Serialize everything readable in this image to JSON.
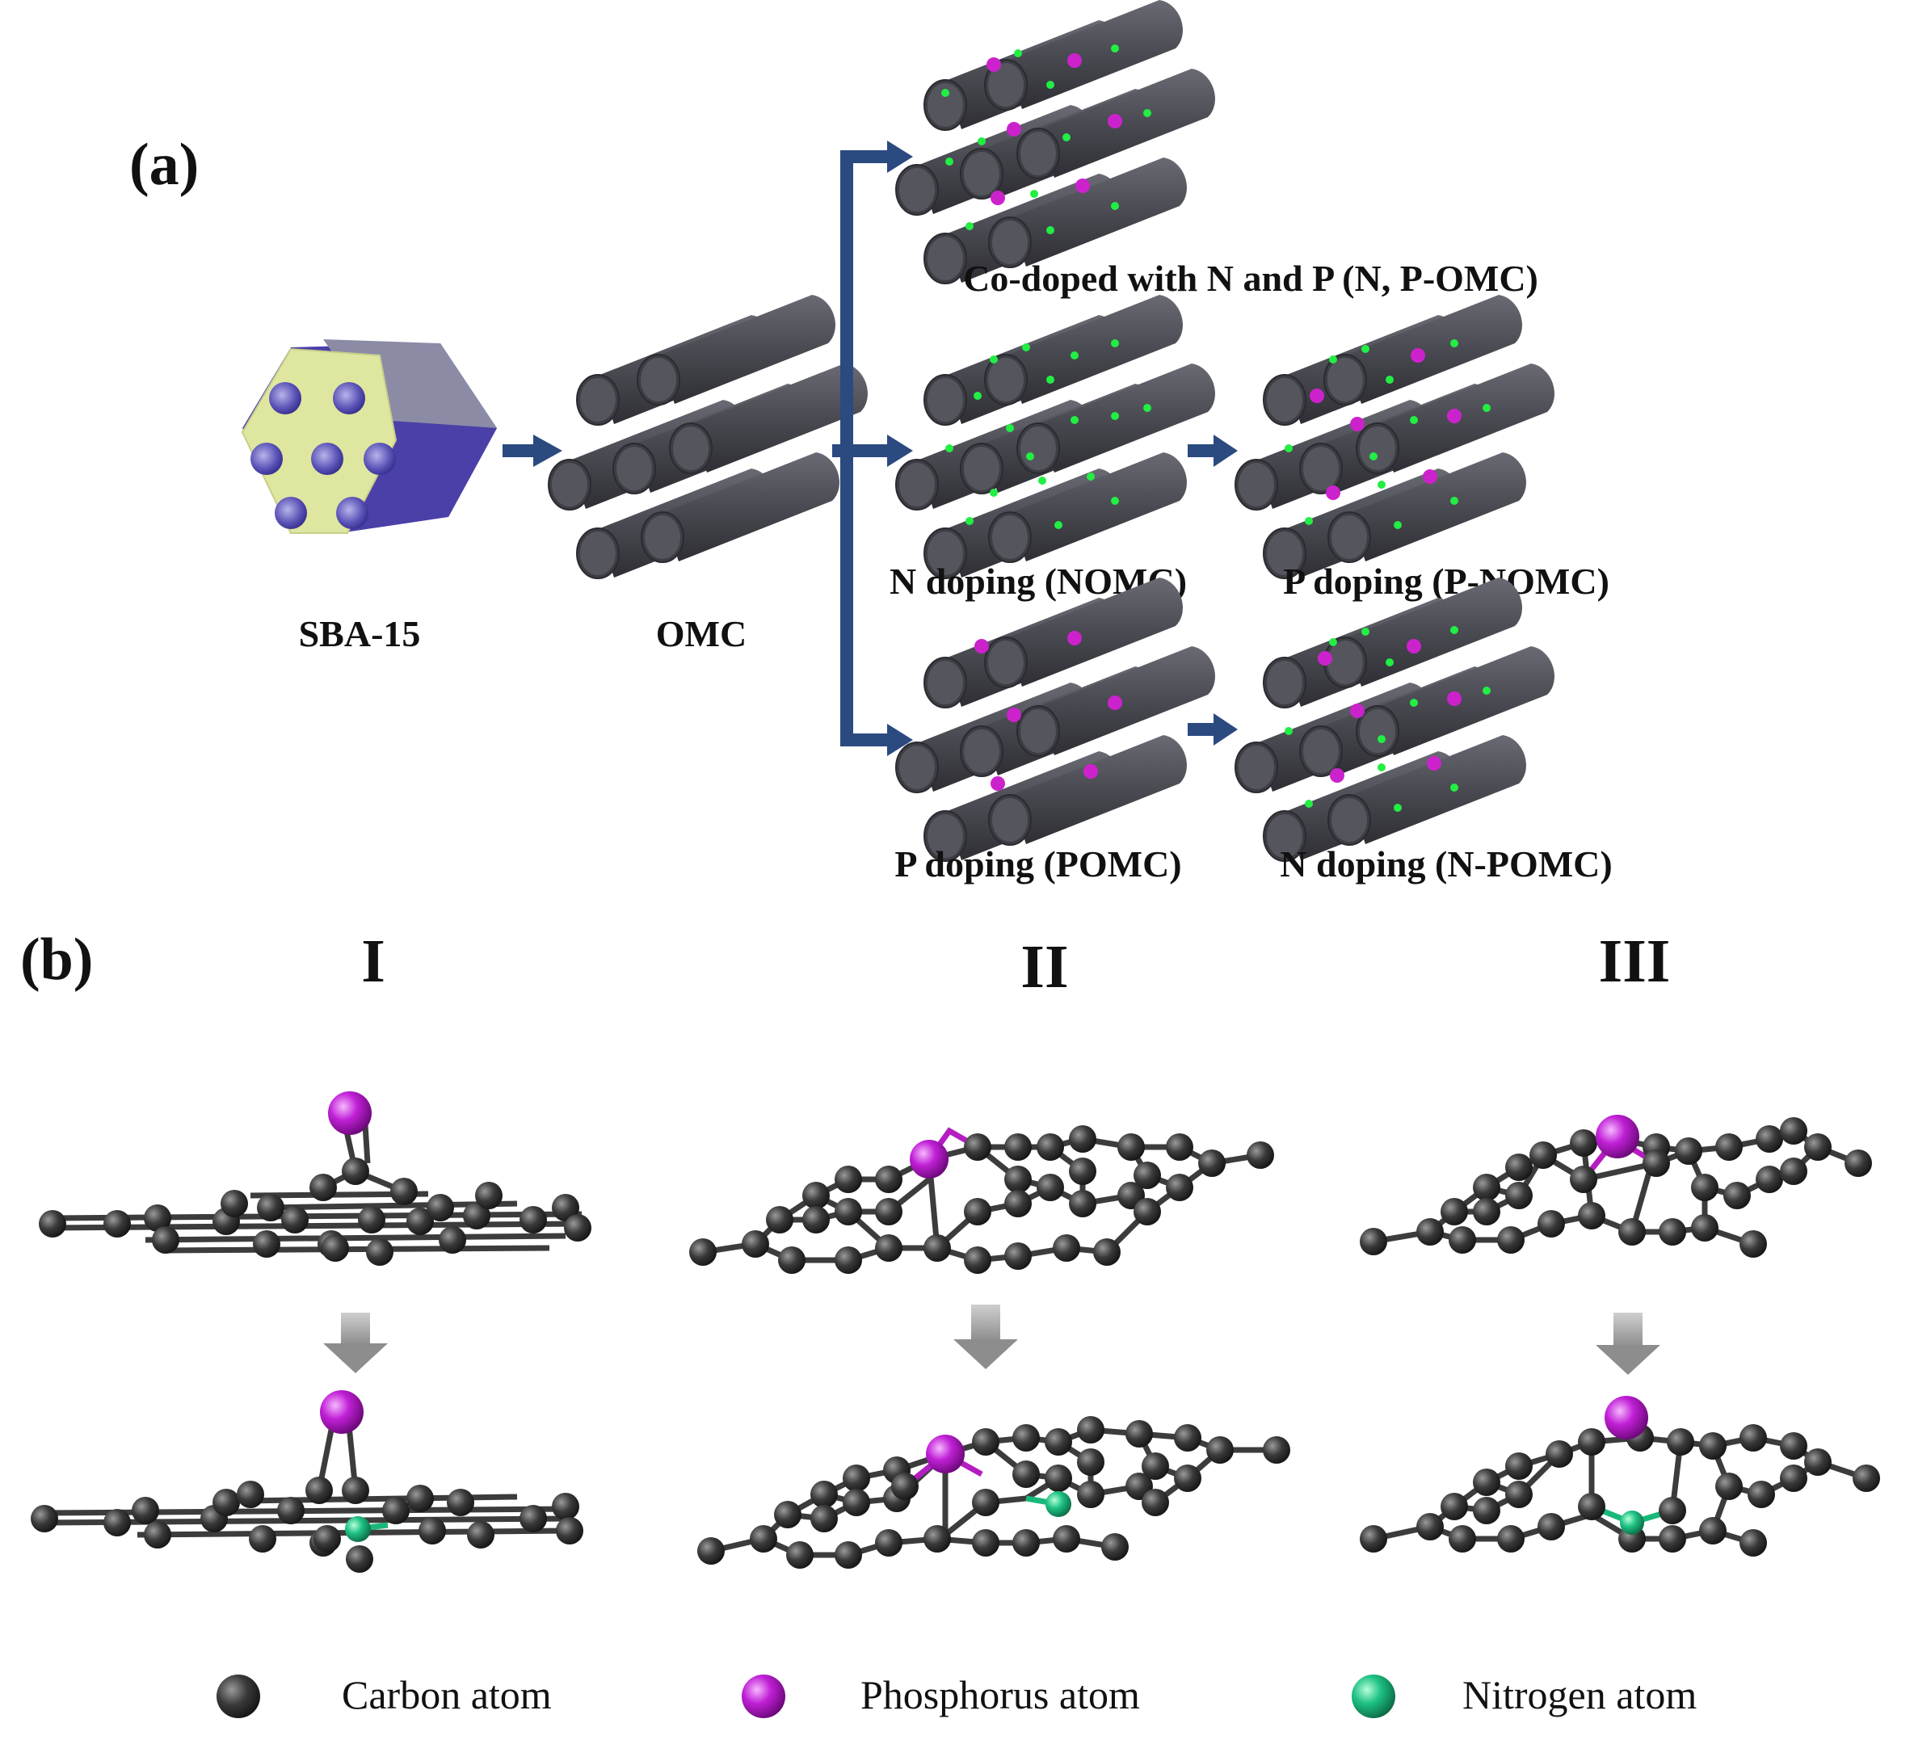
{
  "panel_a": {
    "label": "(a)",
    "sba15": "SBA-15",
    "omc": "OMC",
    "co_doped": "Co-doped with N and P (N, P-OMC)",
    "nomc": "N doping (NOMC)",
    "pnomc": "P doping (P-NOMC)",
    "pomc": "P doping (POMC)",
    "npomc": "N doping (N-POMC)"
  },
  "panel_b": {
    "label": "(b)",
    "models": [
      "I",
      "II",
      "III"
    ]
  },
  "legend": {
    "carbon": "Carbon atom",
    "phosphorus": "Phosphorus atom",
    "nitrogen": "Nitrogen atom"
  },
  "colors": {
    "arrow": "#2b4a7f",
    "cylinder": "#4a4a52",
    "nitrogen_dot": "#22ee44",
    "phosphorus_dot": "#cc22cc",
    "sba_face": "#dfe6a0",
    "sba_side": "#8b8ba6",
    "sba_bottom": "#4b3fa8",
    "carbon_atom": "#3a3a3a",
    "phosphorus_atom": "#b41cc2",
    "nitrogen_atom": "#19b87a",
    "down_arrow": "#9a9a9a"
  }
}
